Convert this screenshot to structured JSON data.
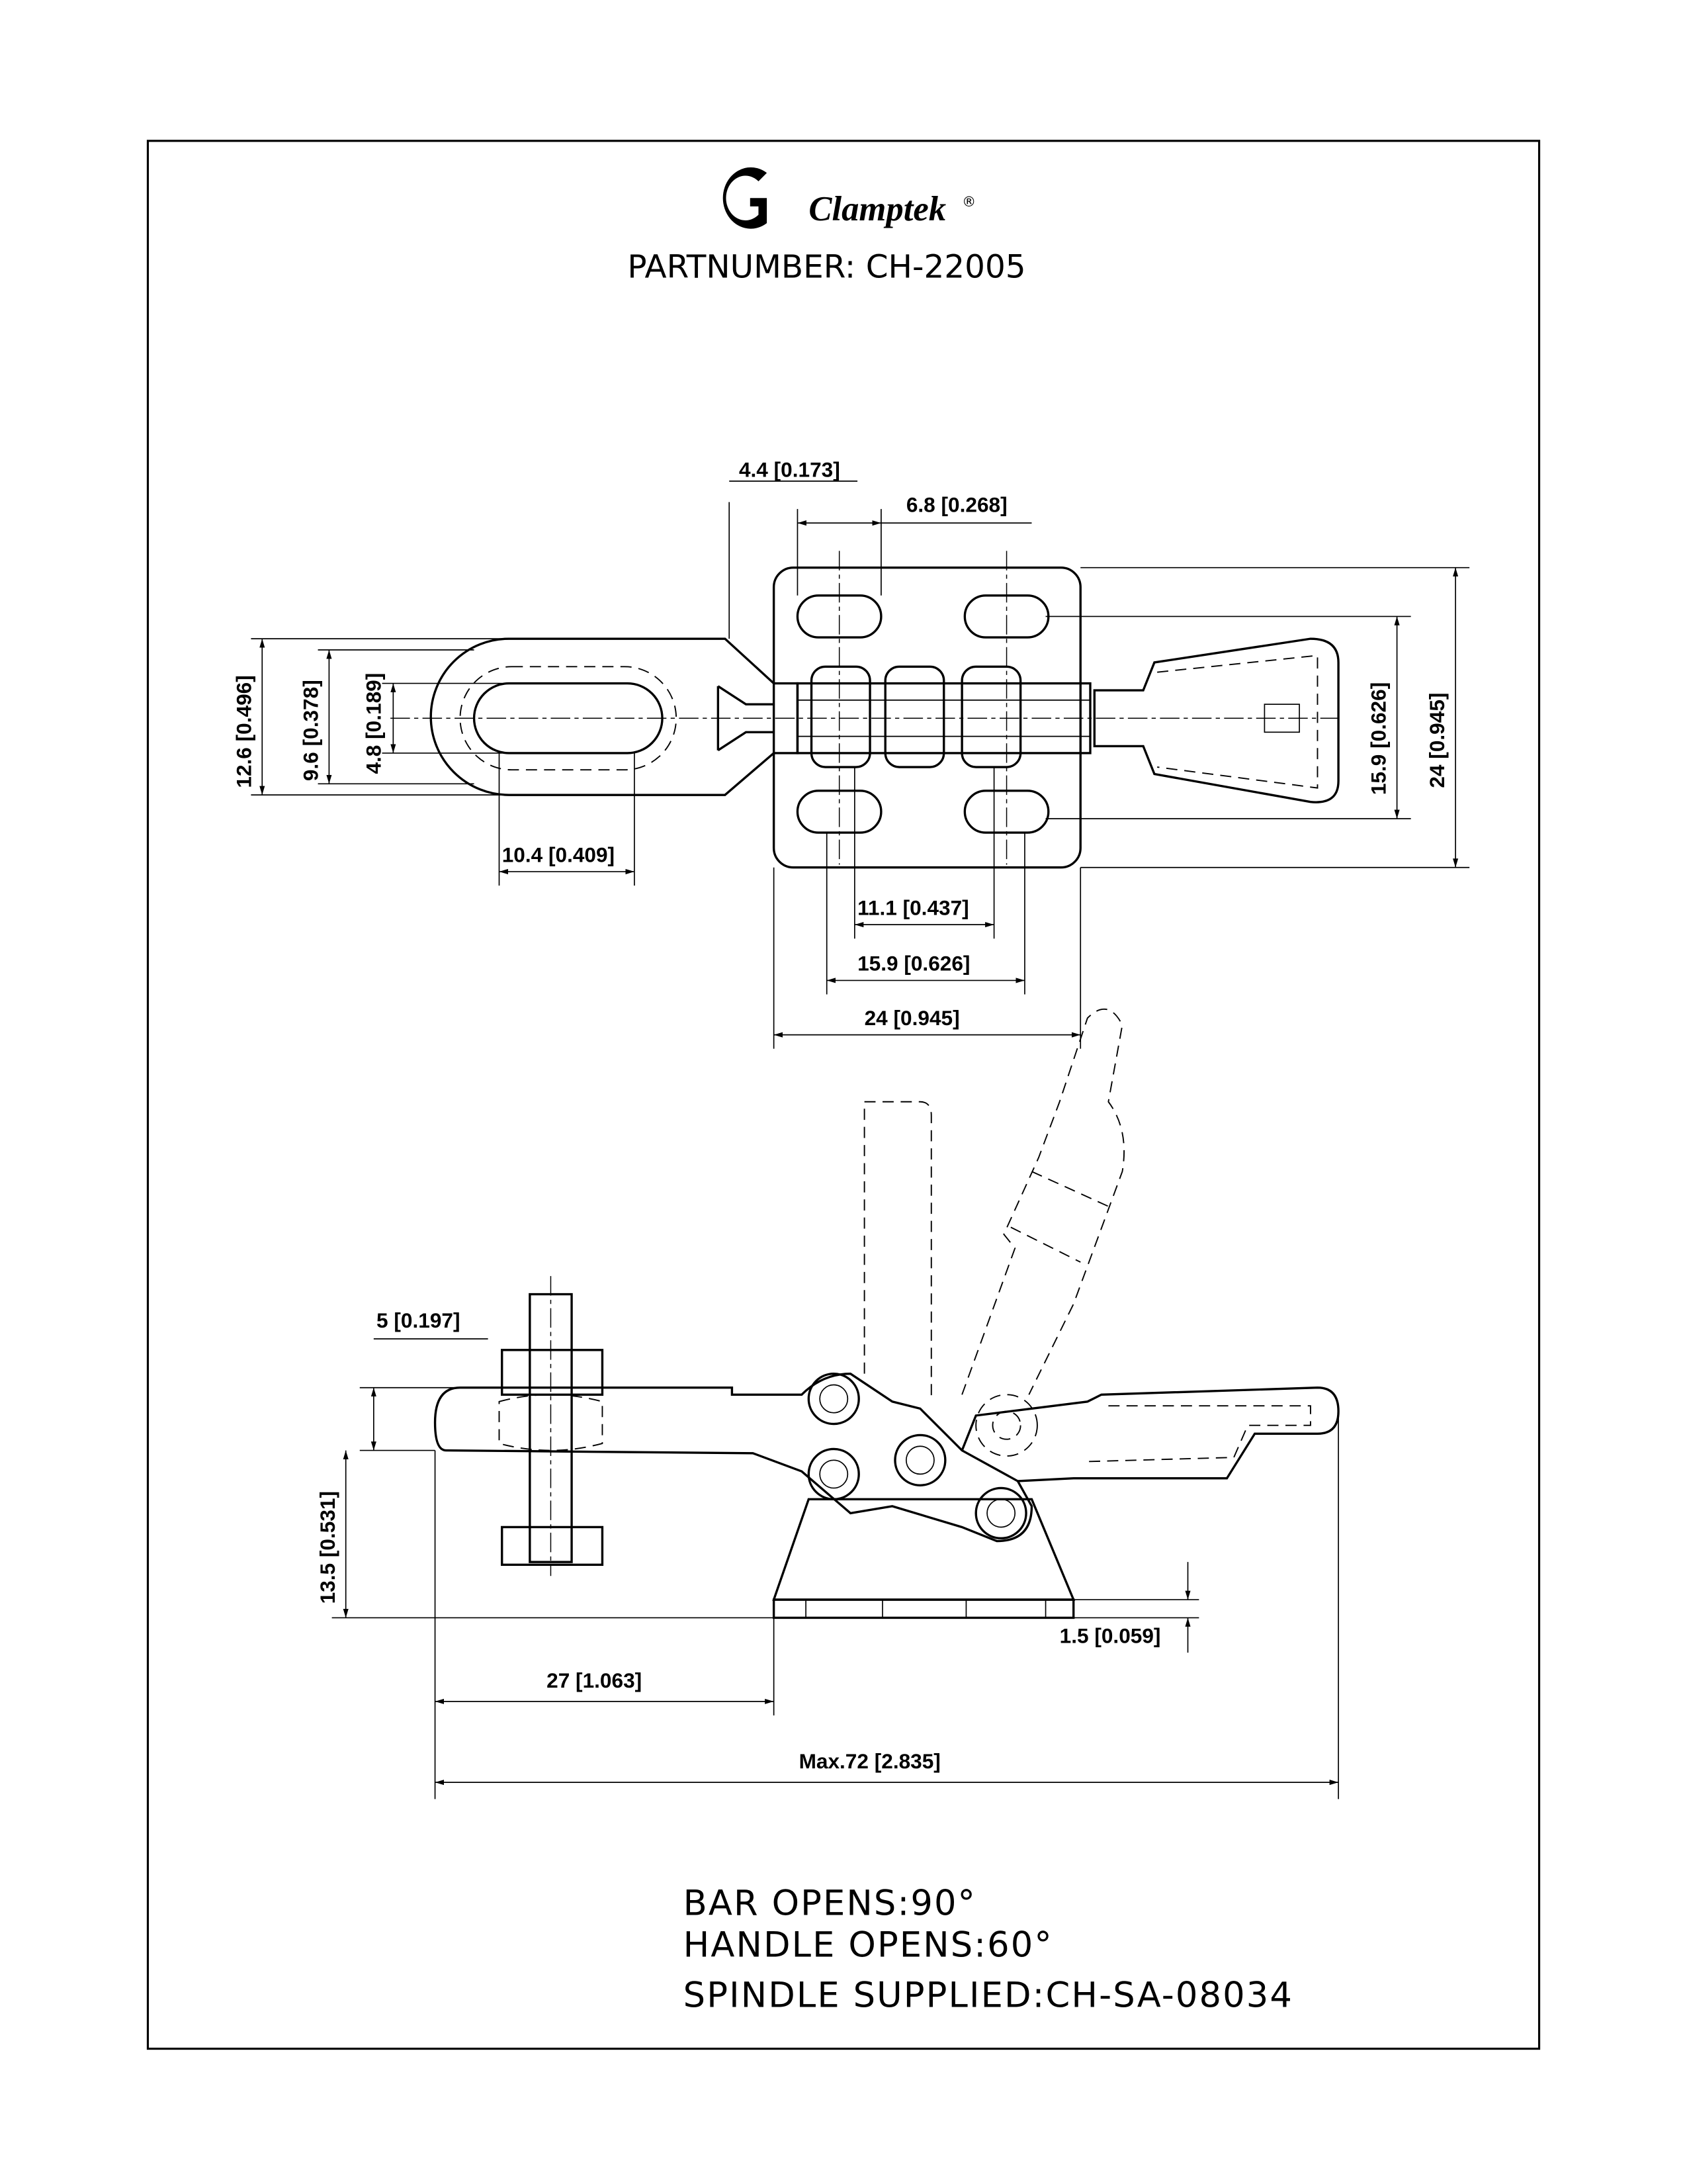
{
  "brand": {
    "name": "Clamptek",
    "registered_mark": "®"
  },
  "header": {
    "part_number_label": "PARTNUMBER:",
    "part_number": "CH-22005"
  },
  "top_view_dimensions": {
    "d1": "4.4 [0.173]",
    "d2": "6.8 [0.268]",
    "d3": "12.6 [0.496]",
    "d4": "9.6 [0.378]",
    "d5": "4.8 [0.189]",
    "d6": "10.4 [0.409]",
    "d7": "11.1 [0.437]",
    "d8": "15.9 [0.626]",
    "d9": "24 [0.945]",
    "d10": "15.9 [0.626]",
    "d11": "24 [0.945]"
  },
  "side_view_dimensions": {
    "d1": "5 [0.197]",
    "d2": "13.5 [0.531]",
    "d3": "1.5 [0.059]",
    "d4": "27 [1.063]",
    "d5": "Max.72 [2.835]"
  },
  "notes": [
    "BAR OPENS:90°",
    "HANDLE OPENS:60°",
    "SPINDLE SUPPLIED:CH-SA-08034"
  ]
}
